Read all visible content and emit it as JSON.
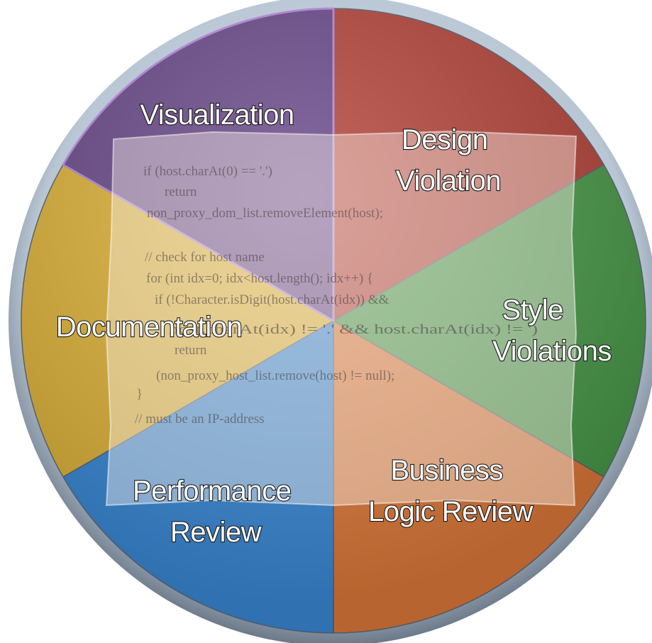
{
  "diagram": {
    "segments": [
      {
        "key": "visualization",
        "lines": [
          "Visualization"
        ],
        "color": "#b5443a"
      },
      {
        "key": "design",
        "lines": [
          "Design",
          "Violation"
        ],
        "color": "#4a9a4a"
      },
      {
        "key": "style",
        "lines": [
          "Style",
          "Violations"
        ],
        "color": "#e07a3a"
      },
      {
        "key": "business",
        "lines": [
          "Business",
          "Logic Review"
        ],
        "color": "#3a8ad8"
      },
      {
        "key": "performance",
        "lines": [
          "Performance",
          "Review"
        ],
        "color": "#e0b43a"
      },
      {
        "key": "documentation",
        "lines": [
          "Documentation"
        ],
        "color": "#6a4a8a"
      }
    ],
    "code_lines": [
      "if (host.charAt(0) == '.')",
      "return",
      "non_proxy_dom_list.removeElement(host);",
      "// check for host name",
      "for (int idx=0; idx<host.length(); idx++) {",
      "if (!Character.isDigit(host.charAt(idx))  &&",
      "host.charAt(idx) != '.'  &&  host.charAt(idx) != ')",
      "return",
      "(non_proxy_host_list.remove(host) != null);",
      "}",
      "// must be an IP-address"
    ]
  }
}
